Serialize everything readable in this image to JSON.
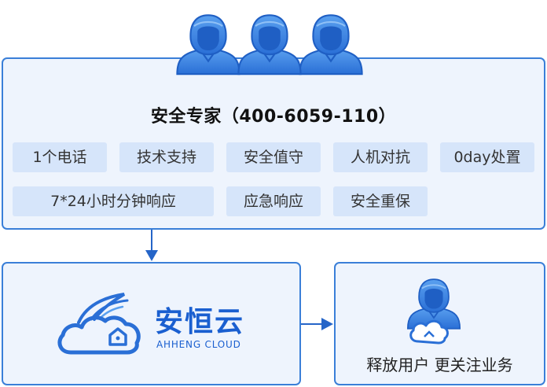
{
  "expert": {
    "title": "安全专家（400-6059-110）",
    "services": [
      "1个电话",
      "技术支持",
      "安全值守",
      "人机对抗",
      "0day处置",
      "7*24小时分钟响应",
      "应急响应",
      "安全重保"
    ]
  },
  "brand": {
    "name": "安恒云",
    "subtitle": "AHHENG CLOUD"
  },
  "user_box": {
    "caption": "释放用户 更关注业务"
  },
  "colors": {
    "accent": "#2e7ae0",
    "panel_bg": "#eef4fd",
    "tag_bg": "#d6e5fa",
    "arrow": "#2565c8"
  },
  "icons": [
    "expert-user-icon",
    "arrow-down-icon",
    "arrow-right-icon",
    "cloud-logo-icon",
    "cloud-user-icon"
  ]
}
